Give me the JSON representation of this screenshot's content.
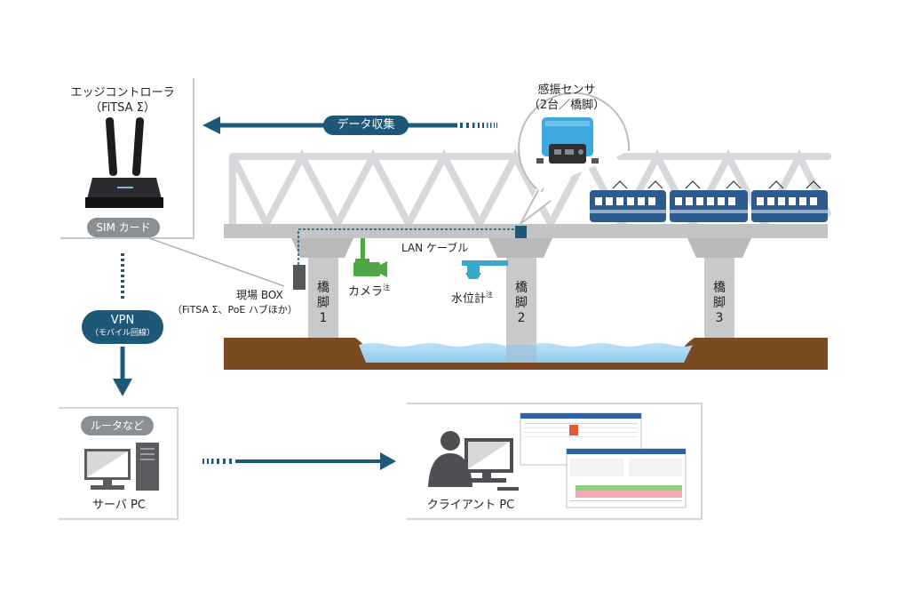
{
  "edge": {
    "title": "エッジコントローラ",
    "model": "（FiTSA Σ）",
    "sim": "SIM カード"
  },
  "sensor": {
    "title": "感振センサ",
    "sub": "（2台／橋脚）"
  },
  "collect": {
    "label": "データ収集"
  },
  "lan": {
    "label": "LAN ケーブル"
  },
  "camera": {
    "label": "カメラ",
    "note": "注"
  },
  "water": {
    "label": "水位計",
    "note": "注"
  },
  "box": {
    "title": "現場 BOX",
    "sub": "（FiTSA Σ、PoE ハブほか）"
  },
  "piers": [
    {
      "chars": [
        "橋",
        "脚",
        "1"
      ]
    },
    {
      "chars": [
        "橋",
        "脚",
        "2"
      ]
    },
    {
      "chars": [
        "橋",
        "脚",
        "3"
      ]
    }
  ],
  "vpn": {
    "label": "VPN",
    "sub": "（モバイル回線）"
  },
  "router": {
    "label": "ルータなど"
  },
  "server": {
    "label": "サーバ PC"
  },
  "client": {
    "label": "クライアント PC"
  },
  "colors": {
    "navy": "#1e5878",
    "concrete": "#c8c9ca",
    "truss": "#dcdde0",
    "soil": "#7a4a22",
    "water": "#a9d6f2",
    "train": "#2d5b8f",
    "sensor": "#3ea9de",
    "camera": "#4ea645",
    "gauge": "#38a9c9"
  }
}
